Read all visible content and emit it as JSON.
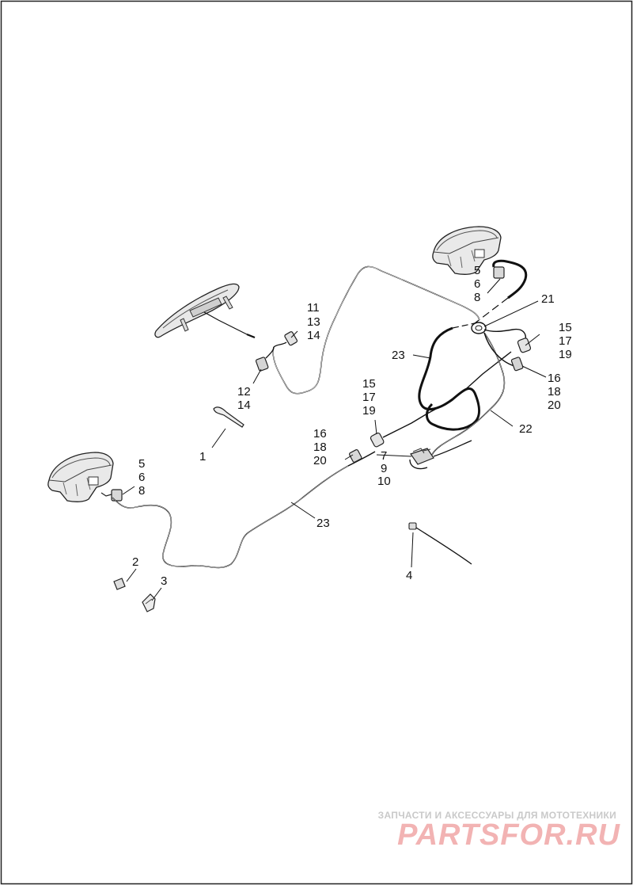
{
  "callouts": {
    "c1": "1",
    "c2": "2",
    "c3": "3",
    "c4": "4",
    "c5_left": "5",
    "c6_left": "6",
    "c8_left": "8",
    "c5_right": "5",
    "c6_right": "6",
    "c8_right": "8",
    "c7": "7",
    "c9": "9",
    "c10": "10",
    "c11": "11",
    "c13": "13",
    "c14_top": "14",
    "c12": "12",
    "c14_bottom": "14",
    "c15_mid": "15",
    "c17_mid": "17",
    "c19_mid": "19",
    "c15_right": "15",
    "c17_right": "17",
    "c19_right": "19",
    "c16_mid": "16",
    "c18_mid": "18",
    "c20_mid": "20",
    "c16_right": "16",
    "c18_right": "18",
    "c20_right": "20",
    "c21": "21",
    "c22": "22",
    "c23_upper": "23",
    "c23_lower": "23"
  },
  "watermark": {
    "tagline": "ЗАПЧАСТИ И АКСЕССУАРЫ ДЛЯ МОТОТЕХНИКИ",
    "logo": "PARTSFOR.RU"
  }
}
